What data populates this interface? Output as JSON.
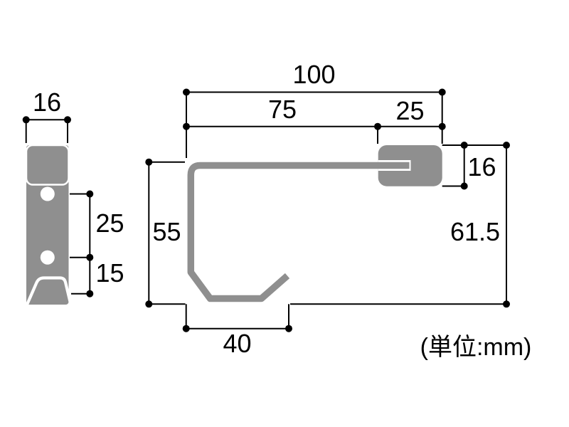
{
  "diagram": {
    "unit_note": "(単位:mm)",
    "front_view": {
      "width": "16",
      "hole_pitch": "25",
      "hole_to_bottom": "15"
    },
    "side_view": {
      "overall_width": "100",
      "arm_length": "75",
      "plate_width": "25",
      "plate_height": "16",
      "hook_height": "55",
      "overall_height": "61.5",
      "hook_opening": "40"
    },
    "colors": {
      "shape_gray": "#8F8F8F",
      "line_black": "#000000",
      "background": "#FFFFFF"
    }
  }
}
